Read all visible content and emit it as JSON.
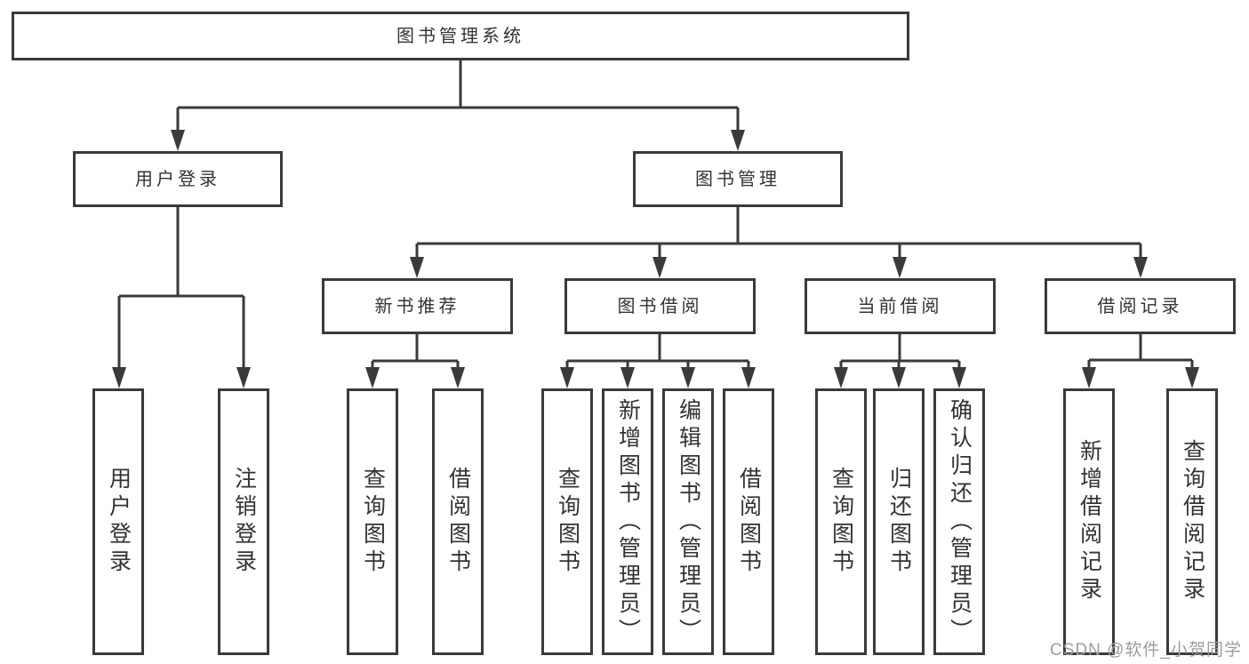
{
  "diagram_title": "图书管理系统",
  "nodes": {
    "root": "图书管理系统",
    "user_login": "用户登录",
    "book_mgmt": "图书管理",
    "new_book_rec": "新书推荐",
    "book_borrow": "图书借阅",
    "current_borrow": "当前借阅",
    "borrow_record": "借阅记录",
    "leaf_user_login": "用户登录",
    "leaf_logout": "注销登录",
    "leaf_nb_query_book": "查询图书",
    "leaf_nb_borrow_book": "借阅图书",
    "leaf_bb_query_book": "查询图书",
    "leaf_bb_add_book": "新增图书（管理员）",
    "leaf_bb_edit_book": "编辑图书（管理员）",
    "leaf_bb_borrow_book": "借阅图书",
    "leaf_cb_query_book": "查询图书",
    "leaf_cb_return_book": "归还图书",
    "leaf_cb_confirm_return": "确认归还（管理员）",
    "leaf_br_add_record": "新增借阅记录",
    "leaf_br_query_record": "查询借阅记录"
  },
  "watermark": "CSDN @软件_小贺同学",
  "colors": {
    "line": "#3a3a3a",
    "box_border": "#3a3a3a",
    "text": "#333333",
    "watermark": "#9c9c9c",
    "background": "#ffffff"
  }
}
